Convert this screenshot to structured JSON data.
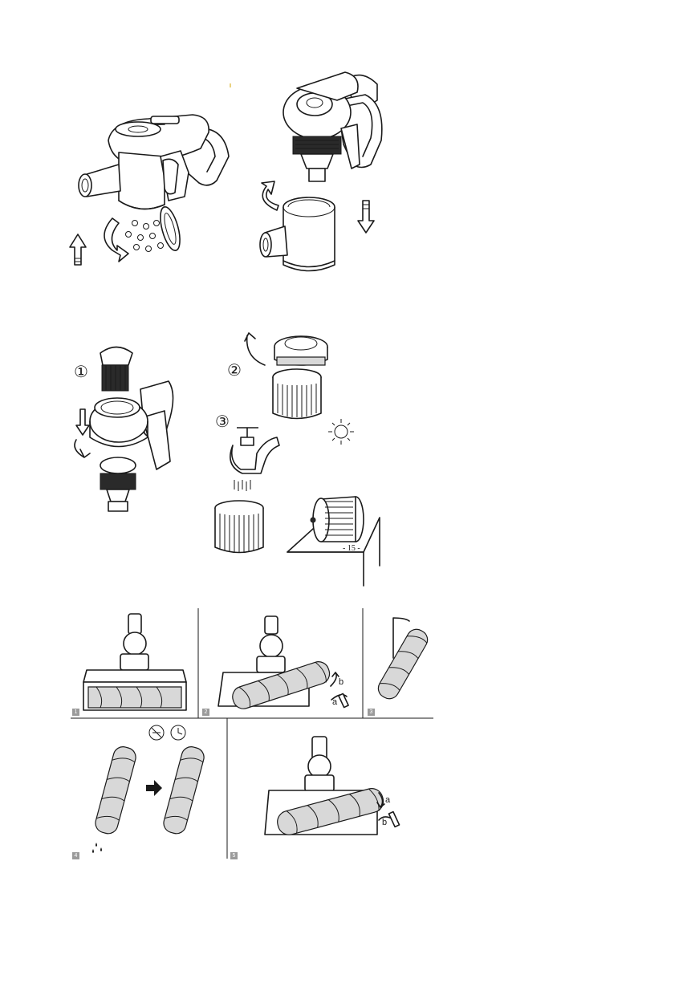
{
  "page": {
    "number": "- 15 -"
  },
  "filter_steps": {
    "step1": "①",
    "step2": "②",
    "step3": "③"
  },
  "brush_panels": [
    {
      "id": "1"
    },
    {
      "id": "2"
    },
    {
      "id": "3"
    },
    {
      "id": "4"
    },
    {
      "id": "5"
    }
  ],
  "brush_labels": {
    "b": "b",
    "a": "a"
  },
  "icons": [
    "upload-arrow-icon",
    "rotate-arrow-icon",
    "download-arrow-icon",
    "sun-icon",
    "tap-icon",
    "no-dryer-icon",
    "clock-icon",
    "right-arrow-icon",
    "water-drops-icon"
  ]
}
